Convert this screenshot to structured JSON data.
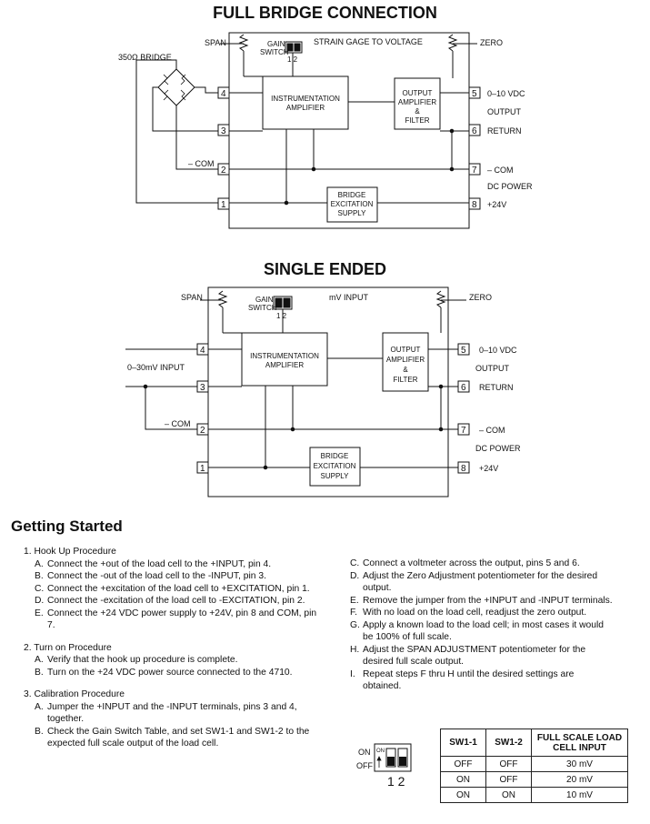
{
  "full_bridge": {
    "title": "FULL BRIDGE CONNECTION",
    "bridge_label": "350Ω BRIDGE",
    "span": "SPAN",
    "gain_switch_line1": "GAIN",
    "gain_switch_line2": "SWITCH",
    "switch_pins": "1 2",
    "top_label": "STRAIN GAGE TO VOLTAGE",
    "zero": "ZERO",
    "inamp_line1": "INSTRUMENTATION",
    "inamp_line2": "AMPLIFIER",
    "outamp_line1": "OUTPUT",
    "outamp_line2": "AMPLIFIER",
    "outamp_line3": "&",
    "outamp_line4": "FILTER",
    "excite_line1": "BRIDGE",
    "excite_line2": "EXCITATION",
    "excite_line3": "SUPPLY",
    "com_left": "– COM",
    "out_0_10": "0–10 VDC",
    "output": "OUTPUT",
    "return": "RETURN",
    "com_right": "– COM",
    "dc_power": "DC POWER",
    "plus24": "+24V",
    "pins": [
      "4",
      "3",
      "2",
      "1",
      "5",
      "6",
      "7",
      "8"
    ]
  },
  "single_ended": {
    "title": "SINGLE ENDED",
    "span": "SPAN",
    "gain_switch_line1": "GAIN",
    "gain_switch_line2": "SWITCH",
    "switch_pins": "1 2",
    "top_label": "mV INPUT",
    "zero": "ZERO",
    "input_label": "0–30mV INPUT",
    "inamp_line1": "INSTRUMENTATION",
    "inamp_line2": "AMPLIFIER",
    "outamp_line1": "OUTPUT",
    "outamp_line2": "AMPLIFIER",
    "outamp_line3": "&",
    "outamp_line4": "FILTER",
    "excite_line1": "BRIDGE",
    "excite_line2": "EXCITATION",
    "excite_line3": "SUPPLY",
    "com_left": "– COM",
    "out_0_10": "0–10 VDC",
    "output": "OUTPUT",
    "return": "RETURN",
    "com_right": "– COM",
    "dc_power": "DC POWER",
    "plus24": "+24V",
    "pins": [
      "4",
      "3",
      "2",
      "1",
      "5",
      "6",
      "7",
      "8"
    ]
  },
  "getting_started": {
    "title": "Getting Started",
    "hookup": {
      "head": "1.  Hook Up Procedure",
      "items": [
        {
          "k": "A.",
          "t": "Connect the +out of the load cell to the +INPUT, pin 4."
        },
        {
          "k": "B.",
          "t": "Connect the -out of the load cell to the -INPUT, pin 3."
        },
        {
          "k": "C.",
          "t": "Connect the +excitation of the load cell to +EXCITATION, pin 1."
        },
        {
          "k": "D.",
          "t": "Connect the -excitation of the load cell to -EXCITATION, pin 2."
        },
        {
          "k": "E.",
          "t": "Connect the +24 VDC power supply to +24V, pin 8 and COM, pin 7."
        }
      ]
    },
    "turnon": {
      "head": "2.  Turn on Procedure",
      "items": [
        {
          "k": "A.",
          "t": "Verify that the hook up procedure is complete."
        },
        {
          "k": "B.",
          "t": "Turn on the +24 VDC power source connected to the 4710."
        }
      ]
    },
    "calibration": {
      "head": "3.  Calibration Procedure",
      "items": [
        {
          "k": "A.",
          "t": "Jumper the +INPUT and the -INPUT terminals, pins 3 and 4, together."
        },
        {
          "k": "B.",
          "t": "Check the Gain Switch Table, and set SW1-1 and SW1-2 to the expected full scale output of the load cell."
        }
      ]
    },
    "right_items": [
      {
        "k": "C.",
        "t": "Connect a voltmeter across the output, pins 5 and 6."
      },
      {
        "k": "D.",
        "t": "Adjust the Zero Adjustment potentiometer for the desired output."
      },
      {
        "k": "E.",
        "t": "Remove the jumper from the +INPUT and -INPUT terminals."
      },
      {
        "k": "F.",
        "t": "With no load on the load cell, readjust the zero output."
      },
      {
        "k": "G.",
        "t": "Apply a known load to the load cell; in most cases it would be 100% of full scale."
      },
      {
        "k": "H.",
        "t": "Adjust the SPAN ADJUSTMENT potentiometer for the desired full scale output."
      },
      {
        "k": "I.",
        "t": "Repeat steps F thru H until the desired settings are obtained."
      }
    ]
  },
  "switch_figure": {
    "on": "ON",
    "off": "OFF",
    "on_small": "ON",
    "pins": "1 2"
  },
  "switch_table": {
    "headers": [
      "SW1-1",
      "SW1-2",
      "FULL SCALE LOAD CELL INPUT"
    ],
    "rows": [
      [
        "OFF",
        "OFF",
        "30 mV"
      ],
      [
        "ON",
        "OFF",
        "20 mV"
      ],
      [
        "ON",
        "ON",
        "10 mV"
      ]
    ]
  }
}
